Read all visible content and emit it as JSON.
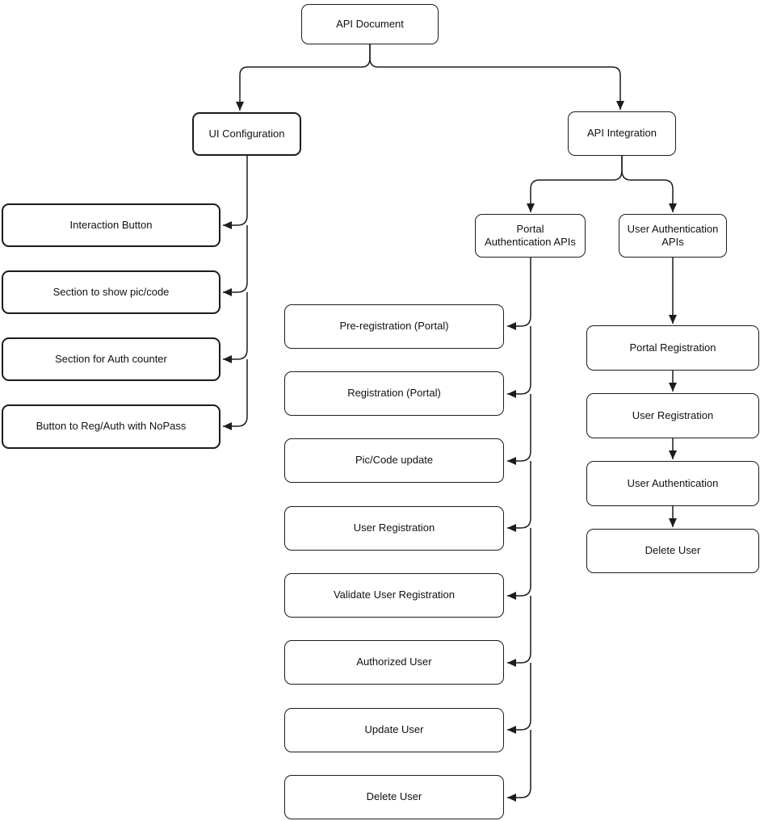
{
  "diagram": {
    "title": "API Document tree diagram",
    "background_color": "#ffffff",
    "line_color": "#1c1c1c",
    "box_fill_color": "#ffffff",
    "nodes": {
      "api_document": {
        "label": "API Document"
      },
      "ui_configuration": {
        "label": "UI Configuration"
      },
      "api_integration": {
        "label": "API Integration"
      },
      "interaction_button": {
        "label": "Interaction Button"
      },
      "section_pic_code": {
        "label": "Section to show pic/code"
      },
      "section_auth_counter": {
        "label": "Section for Auth counter"
      },
      "button_reg_auth": {
        "label": "Button to Reg/Auth with NoPass"
      },
      "portal_auth_apis": {
        "label": "Portal Authentication APIs"
      },
      "user_auth_apis": {
        "label": "User Authentication APIs"
      },
      "pre_registration": {
        "label": "Pre-registration (Portal)"
      },
      "registration_portal": {
        "label": "Registration (Portal)"
      },
      "pic_code_update": {
        "label": "Pic/Code update"
      },
      "user_registration_portal": {
        "label": "User Registration"
      },
      "validate_user_registration": {
        "label": "Validate User Registration"
      },
      "authorized_user": {
        "label": "Authorized User"
      },
      "update_user": {
        "label": "Update User"
      },
      "delete_user_portal": {
        "label": "Delete User"
      },
      "portal_registration": {
        "label": "Portal Registration"
      },
      "user_registration_user": {
        "label": "User Registration"
      },
      "user_authentication": {
        "label": "User Authentication"
      },
      "delete_user_user": {
        "label": "Delete User"
      }
    },
    "edges": [
      {
        "from": "api_document",
        "to": "ui_configuration"
      },
      {
        "from": "api_document",
        "to": "api_integration"
      },
      {
        "from": "ui_configuration",
        "to": "interaction_button"
      },
      {
        "from": "ui_configuration",
        "to": "section_pic_code"
      },
      {
        "from": "ui_configuration",
        "to": "section_auth_counter"
      },
      {
        "from": "ui_configuration",
        "to": "button_reg_auth"
      },
      {
        "from": "api_integration",
        "to": "portal_auth_apis"
      },
      {
        "from": "api_integration",
        "to": "user_auth_apis"
      },
      {
        "from": "portal_auth_apis",
        "to": "pre_registration"
      },
      {
        "from": "portal_auth_apis",
        "to": "registration_portal"
      },
      {
        "from": "portal_auth_apis",
        "to": "pic_code_update"
      },
      {
        "from": "portal_auth_apis",
        "to": "user_registration_portal"
      },
      {
        "from": "portal_auth_apis",
        "to": "validate_user_registration"
      },
      {
        "from": "portal_auth_apis",
        "to": "authorized_user"
      },
      {
        "from": "portal_auth_apis",
        "to": "update_user"
      },
      {
        "from": "portal_auth_apis",
        "to": "delete_user_portal"
      },
      {
        "from": "user_auth_apis",
        "to": "portal_registration"
      },
      {
        "from": "portal_registration",
        "to": "user_registration_user"
      },
      {
        "from": "user_registration_user",
        "to": "user_authentication"
      },
      {
        "from": "user_authentication",
        "to": "delete_user_user"
      }
    ]
  }
}
